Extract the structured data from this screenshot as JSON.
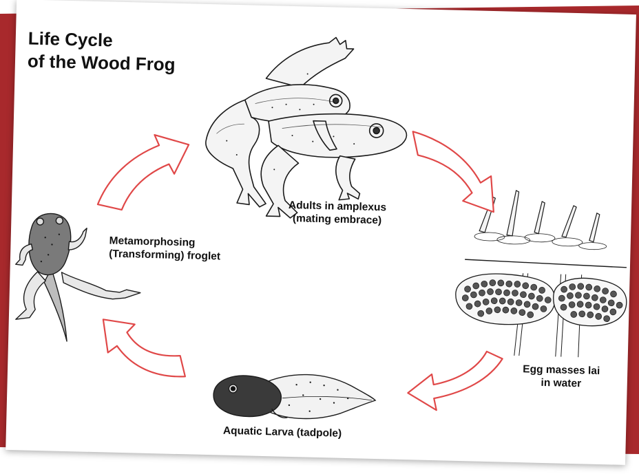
{
  "diagram": {
    "title_line1": "Life Cycle",
    "title_line2": "of the Wood Frog",
    "stages": {
      "adults": {
        "line1": "Adults in amplexus",
        "line2": "(mating embrace)"
      },
      "eggs": {
        "line1": "Egg masses lai",
        "line2": "in water"
      },
      "larva": {
        "line1": "Aquatic Larva (tadpole)"
      },
      "froglet": {
        "line1": "Metamorphosing",
        "line2": "(Transforming) froglet"
      }
    },
    "colors": {
      "arrow_outline": "#e04848",
      "band": "#a8292c",
      "ink": "#1a1a1a"
    }
  }
}
